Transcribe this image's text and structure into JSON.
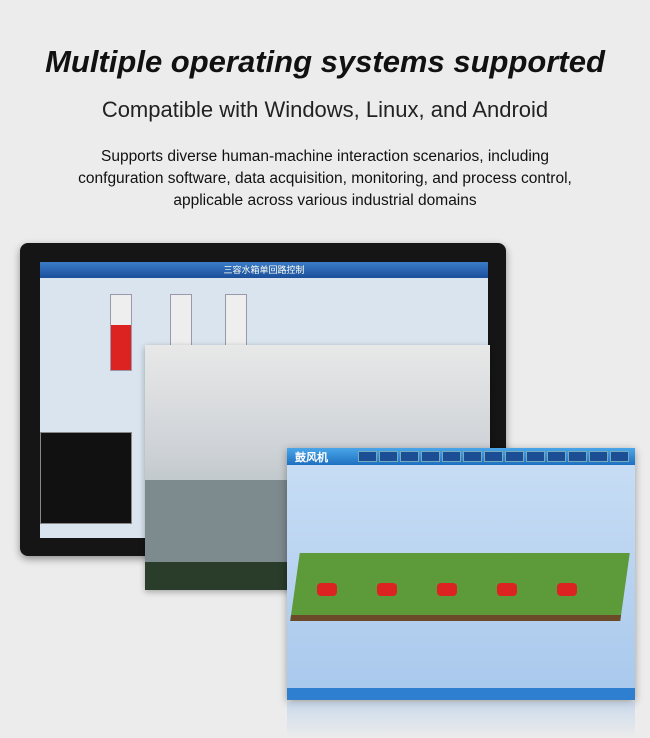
{
  "heading": {
    "title": "Multiple operating systems supported",
    "subtitle": "Compatible with Windows, Linux, and Android",
    "description": "Supports diverse human-machine interaction scenarios, including confguration software, data acquisition, monitoring, and process control, applicable across various industrial domains"
  },
  "screens": {
    "tank_title": "三容水箱单回路控制",
    "blower_title": "鼓风机"
  }
}
